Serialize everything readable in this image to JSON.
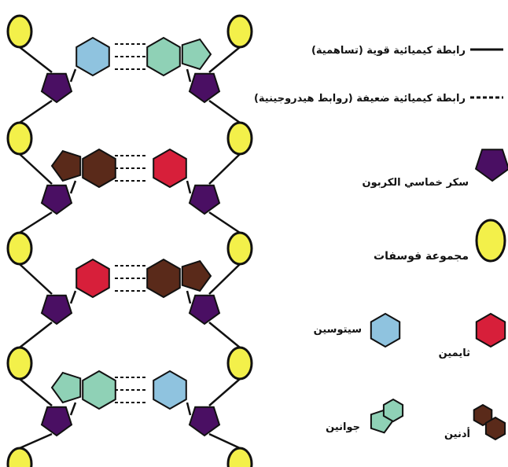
{
  "colors": {
    "sugar": "#4a0f63",
    "phosphate": "#f3f04a",
    "cytosine": "#8fc3df",
    "thymine": "#d71f3a",
    "guanine": "#8fd1b6",
    "adenine": "#5a2a1a",
    "outline": "#111111"
  },
  "icons": {
    "sugar": "purple-pentagon-icon",
    "phosphate": "yellow-circle-icon",
    "cytosine": "blue-hexagon-icon",
    "thymine": "red-hexagon-icon",
    "guanine": "green-double-ring-icon",
    "adenine": "brown-double-ring-icon"
  },
  "legend": {
    "strong_bond": "رابطة كيميائية قوية (تساهمية)",
    "weak_bond": "رابطة كيميائية ضعيفة (روابط هيدروجينية)",
    "sugar": "سكر خماسي الكربون",
    "phosphate": "مجموعة فوسفات",
    "cytosine": "سيتوسين",
    "thymine": "ثايمين",
    "guanine": "جوانين",
    "adenine": "أدنين"
  },
  "diagram": {
    "base_pairs": [
      {
        "left": "cytosine",
        "right": "guanine"
      },
      {
        "left": "adenine",
        "right": "thymine"
      },
      {
        "left": "thymine",
        "right": "adenine"
      },
      {
        "left": "guanine",
        "right": "cytosine"
      }
    ]
  }
}
